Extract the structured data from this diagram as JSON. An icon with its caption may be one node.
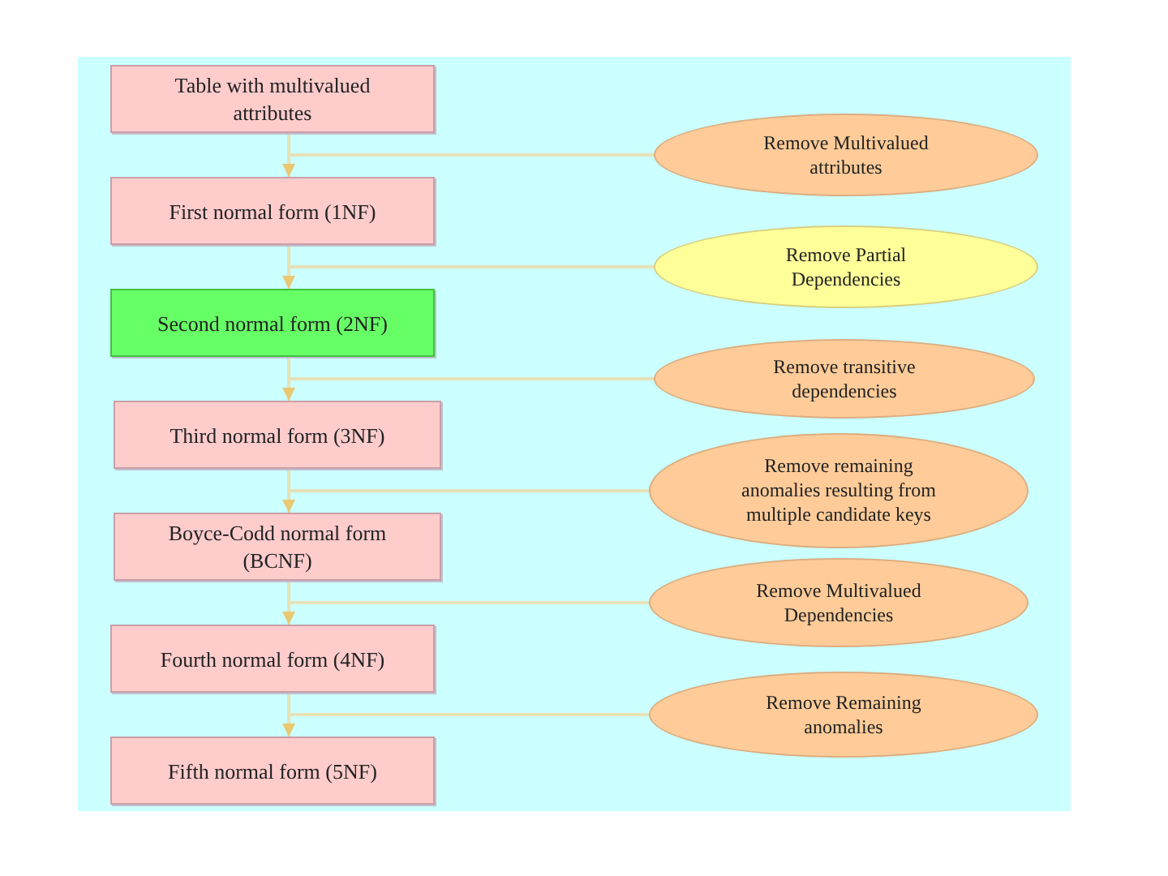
{
  "diagram": {
    "nodes": [
      {
        "text": [
          "Table with multivalued attributes"
        ]
      },
      {
        "text": [
          "First normal form (1NF)"
        ]
      },
      {
        "text": [
          "Second normal form (2NF)"
        ]
      },
      {
        "text": [
          "Third normal form (3NF)"
        ]
      },
      {
        "text": [
          "Boyce-Codd normal form (BCNF)"
        ]
      },
      {
        "text": [
          "Fourth normal form (4NF)"
        ]
      },
      {
        "text": [
          "Fifth normal form (5NF)"
        ]
      },
      {
        "text": [
          "Remove Multivalued attributes"
        ]
      },
      {
        "text": [
          "Remove Partial Dependencies"
        ]
      },
      {
        "text": [
          "Remove transitive dependencies"
        ]
      },
      {
        "text": [
          "Remove remaining anomalies resulting from multiple candidate keys"
        ]
      },
      {
        "text": [
          "Remove Multivalued Dependencies"
        ]
      },
      {
        "text": [
          "Remove Remaining anomalies"
        ]
      }
    ],
    "edges": [
      {
        "from": 0,
        "to": 1,
        "arrow": "to"
      },
      {
        "from": 1,
        "to": 2,
        "arrow": "to"
      },
      {
        "from": 2,
        "to": 3,
        "arrow": "to"
      },
      {
        "from": 3,
        "to": 4,
        "arrow": "to"
      },
      {
        "from": 4,
        "to": 5,
        "arrow": "to"
      },
      {
        "from": 5,
        "to": 6,
        "arrow": "to"
      },
      {
        "from": 7,
        "to": null,
        "arrow": "none"
      },
      {
        "from": 8,
        "to": null,
        "arrow": "none"
      },
      {
        "from": 9,
        "to": null,
        "arrow": "none"
      },
      {
        "from": 10,
        "to": null,
        "arrow": "none"
      },
      {
        "from": 11,
        "to": null,
        "arrow": "none"
      },
      {
        "from": 12,
        "to": null,
        "arrow": "none"
      }
    ]
  }
}
